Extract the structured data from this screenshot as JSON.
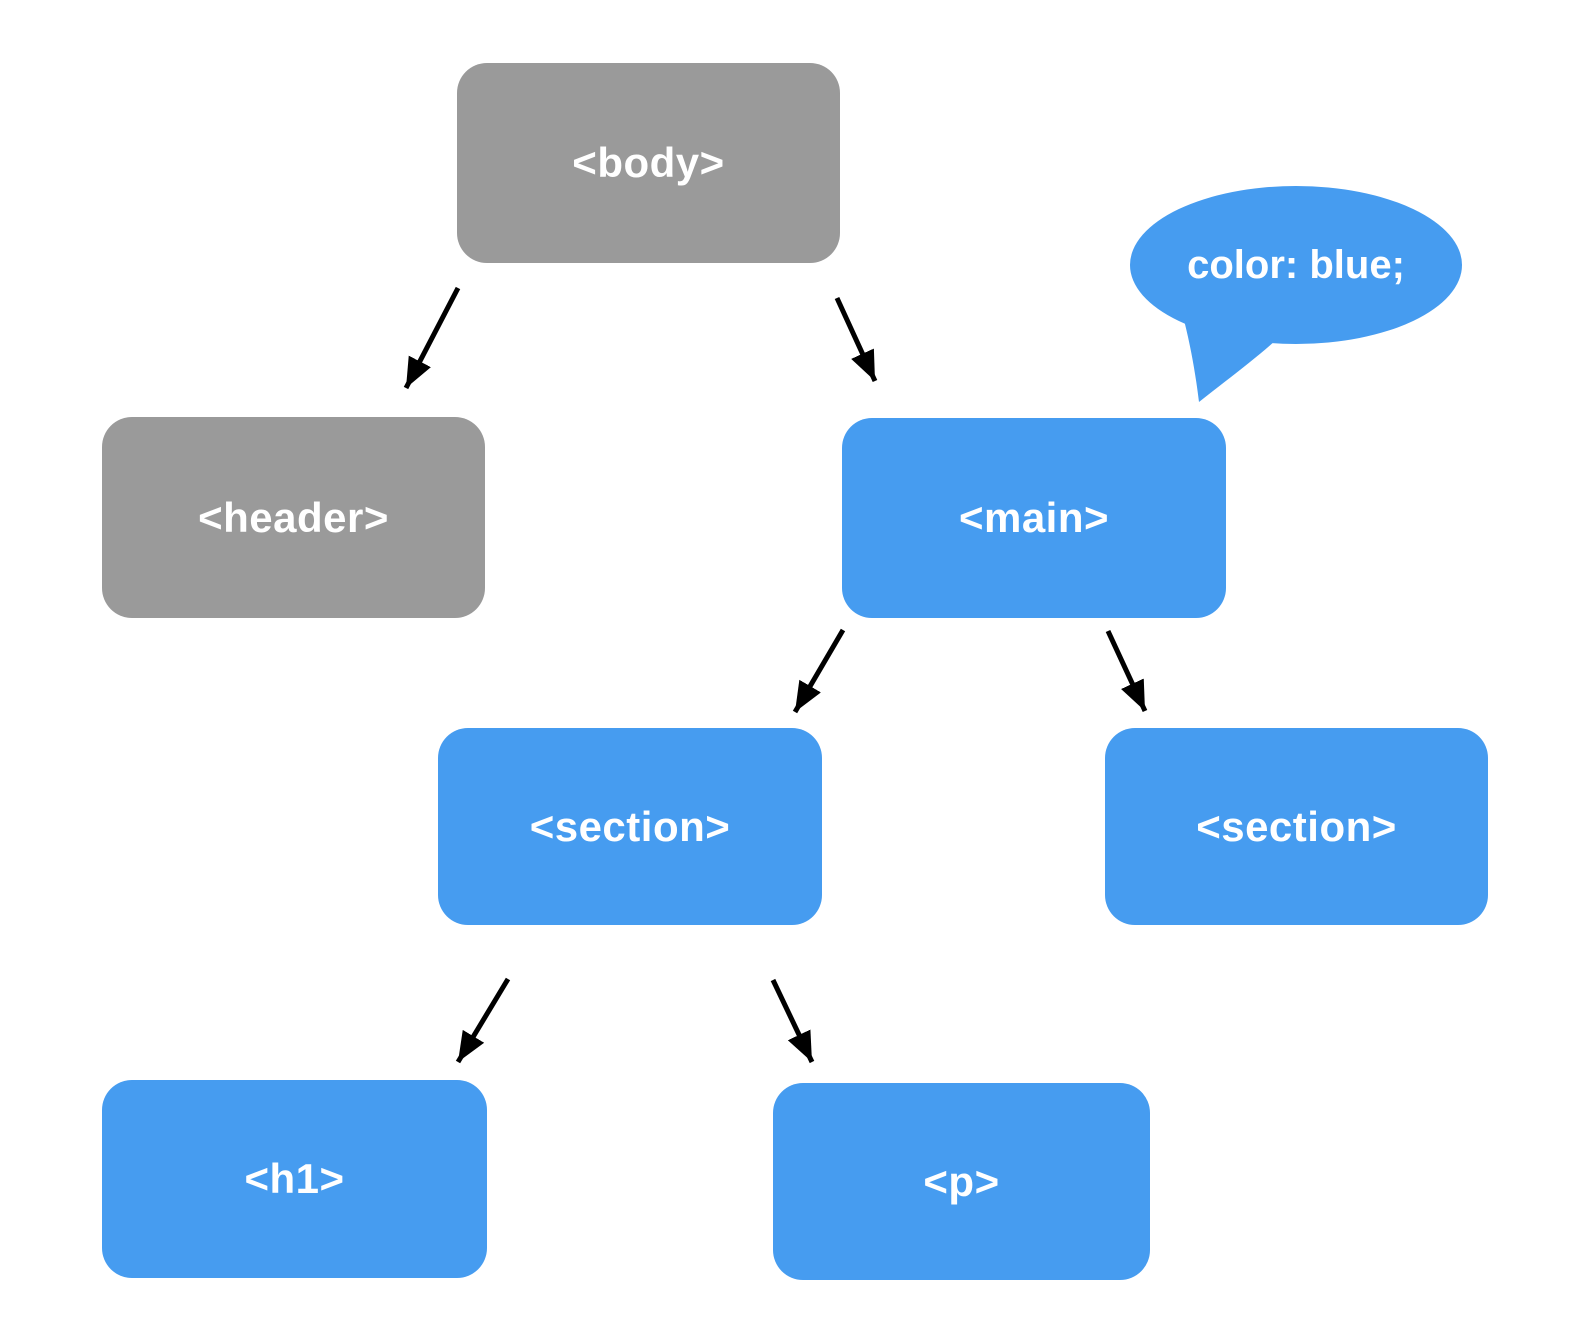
{
  "diagram": {
    "type": "dom-tree",
    "background": "#ffffff",
    "colors": {
      "node_blue": "#469CF0",
      "node_gray": "#9A9A9A",
      "arrow": "#000000",
      "label_text": "#ffffff"
    },
    "nodes": [
      {
        "id": "body",
        "label": "<body>",
        "color": "gray"
      },
      {
        "id": "header",
        "label": "<header>",
        "color": "gray"
      },
      {
        "id": "main",
        "label": "<main>",
        "color": "blue"
      },
      {
        "id": "section-left",
        "label": "<section>",
        "color": "blue"
      },
      {
        "id": "section-right",
        "label": "<section>",
        "color": "blue"
      },
      {
        "id": "h1",
        "label": "<h1>",
        "color": "blue"
      },
      {
        "id": "p",
        "label": "<p>",
        "color": "blue"
      }
    ],
    "edges": [
      {
        "from": "body",
        "to": "header"
      },
      {
        "from": "body",
        "to": "main"
      },
      {
        "from": "main",
        "to": "section-left"
      },
      {
        "from": "main",
        "to": "section-right"
      },
      {
        "from": "section-left",
        "to": "h1"
      },
      {
        "from": "section-left",
        "to": "p"
      }
    ],
    "callout": {
      "text": "color: blue;",
      "attached_to": "main"
    }
  }
}
